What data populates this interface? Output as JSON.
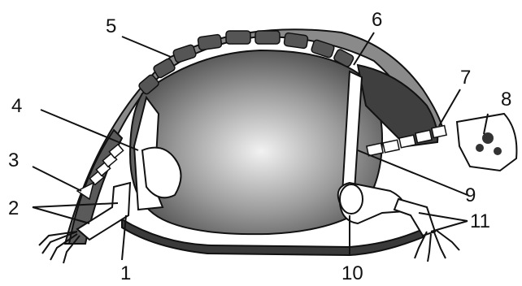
{
  "figure": {
    "labels": [
      {
        "id": "l1",
        "text": "1"
      },
      {
        "id": "l2",
        "text": "2"
      },
      {
        "id": "l3",
        "text": "3"
      },
      {
        "id": "l4",
        "text": "4"
      },
      {
        "id": "l5",
        "text": "5"
      },
      {
        "id": "l6",
        "text": "6"
      },
      {
        "id": "l7",
        "text": "7"
      },
      {
        "id": "l8",
        "text": "8"
      },
      {
        "id": "l9",
        "text": "9"
      },
      {
        "id": "l10",
        "text": "10"
      },
      {
        "id": "l11",
        "text": "11"
      }
    ]
  }
}
